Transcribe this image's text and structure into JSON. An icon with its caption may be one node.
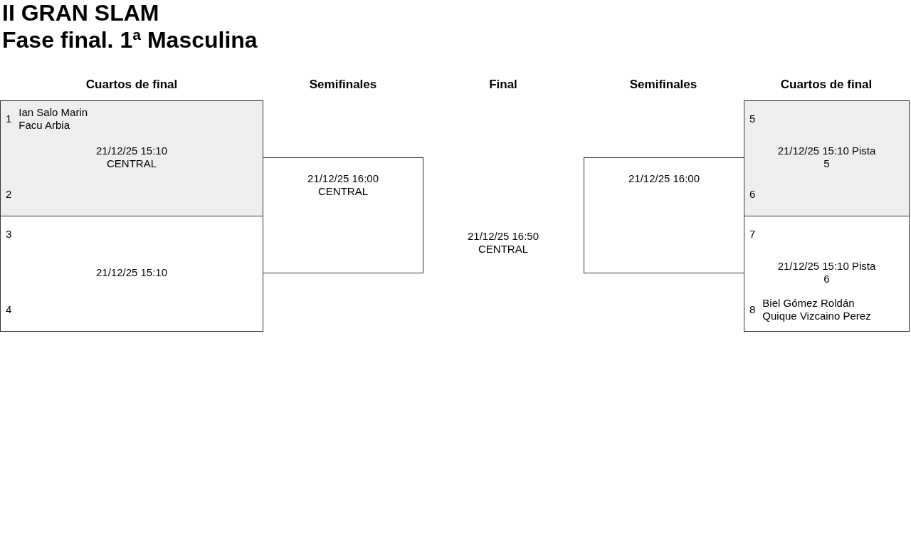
{
  "diagram": {
    "title": "II GRAN SLAM",
    "nodes": [
      {
        "text": [
          "1",
          "Ian Salo Marin",
          "Facu Arbia",
          "21/12/25 15:10 CENTRAL",
          "2"
        ]
      },
      {
        "text": [
          "3",
          "21/12/25 15:10",
          "4"
        ]
      },
      {
        "text": [
          "21/12/25 16:00 CENTRAL"
        ]
      },
      {
        "text": [
          "21/12/25 16:00"
        ]
      },
      {
        "text": [
          "5",
          "21/12/25 15:10 Pista 5",
          "6"
        ]
      },
      {
        "text": [
          "7",
          "21/12/25 15:10 Pista 6",
          "8",
          "Biel Gómez Roldán",
          "Quique Vizcaino Perez"
        ]
      }
    ],
    "labels": [
      "Fase final. 1ª Masculina",
      "Cuartos de final",
      "Semifinales",
      "Final",
      "Semifinales",
      "Cuartos de final",
      "21/12/25 16:50 CENTRAL"
    ]
  }
}
